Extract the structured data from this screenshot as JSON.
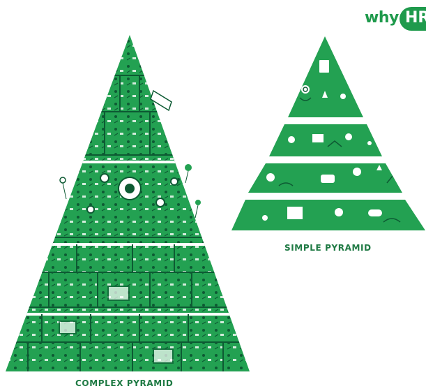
{
  "logo": {
    "why_text": "why",
    "hr_text": "HR"
  },
  "simple_pyramid": {
    "caption": "SIMPLE PYRAMID"
  },
  "complex_pyramid": {
    "caption": "COMPLEX PYRAMID"
  },
  "colors": {
    "brand_green": "#1f9a4c",
    "pyramid_green": "#23a152",
    "dark_green": "#0d5a33",
    "caption_green": "#1f7a44"
  }
}
